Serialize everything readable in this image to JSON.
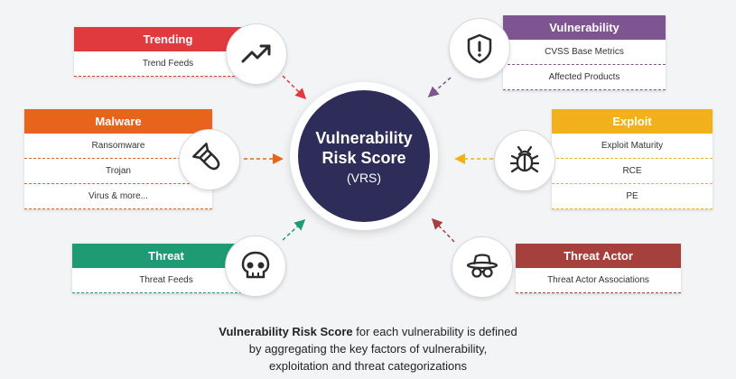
{
  "center": {
    "line1": "Vulnerability",
    "line2": "Risk Score",
    "abbr": "(VRS)"
  },
  "trending": {
    "title": "Trending",
    "items": [
      "Trend Feeds"
    ],
    "color": "#e0393e"
  },
  "malware": {
    "title": "Malware",
    "items": [
      "Ransomware",
      "Trojan",
      "Virus & more..."
    ],
    "color": "#e8641c"
  },
  "threat": {
    "title": "Threat",
    "items": [
      "Threat Feeds"
    ],
    "color": "#1e9b74"
  },
  "vulnerability": {
    "title": "Vulnerability",
    "items": [
      "CVSS Base Metrics",
      "Affected Products"
    ],
    "color": "#7e5491"
  },
  "exploit": {
    "title": "Exploit",
    "items": [
      "Exploit Maturity",
      "RCE",
      "PE"
    ],
    "color": "#f2b11a"
  },
  "threat_actor": {
    "title": "Threat Actor",
    "items": [
      "Threat Actor Associations"
    ],
    "color": "#a5403d"
  },
  "icons": [
    "trending-up-icon",
    "bomb-icon",
    "skull-icon",
    "shield-alert-icon",
    "bug-icon",
    "spy-icon"
  ],
  "caption": {
    "bold": "Vulnerability Risk Score",
    "line1": " for each vulnerability is defined",
    "line2": "by aggregating the key factors of vulnerability,",
    "line3": "exploitation and threat categorizations"
  }
}
